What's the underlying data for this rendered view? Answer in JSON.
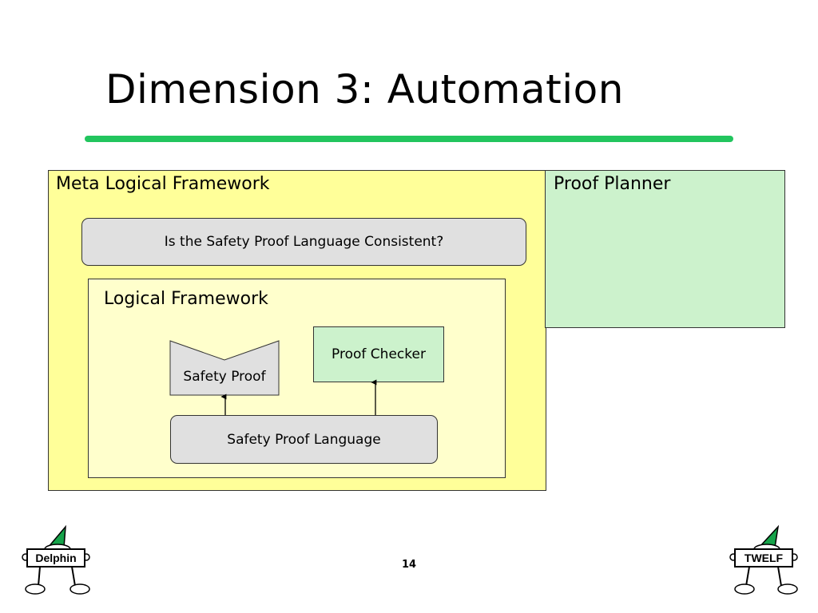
{
  "slide": {
    "title": "Dimension 3: Automation",
    "page_number": "14"
  },
  "diagram": {
    "meta_framework": {
      "label": "Meta Logical Framework"
    },
    "proof_planner": {
      "label": "Proof Planner"
    },
    "consistency_question": {
      "label": "Is the Safety Proof Language Consistent?"
    },
    "logical_framework": {
      "label": "Logical Framework"
    },
    "proof_checker": {
      "label": "Proof Checker"
    },
    "safety_proof": {
      "label": "Safety Proof"
    },
    "safety_proof_language": {
      "label": "Safety Proof Language"
    }
  },
  "logos": {
    "left": {
      "text": "Delphin",
      "icon": "elf-mascot-icon"
    },
    "right": {
      "text": "TWELF",
      "icon": "elf-mascot-icon"
    }
  },
  "colors": {
    "accent_rule": "#22c55e",
    "meta_fill": "#ffff99",
    "framework_fill": "#ffffcc",
    "green_fill": "#ccf2cc",
    "gray_fill": "#e0e0e0"
  }
}
